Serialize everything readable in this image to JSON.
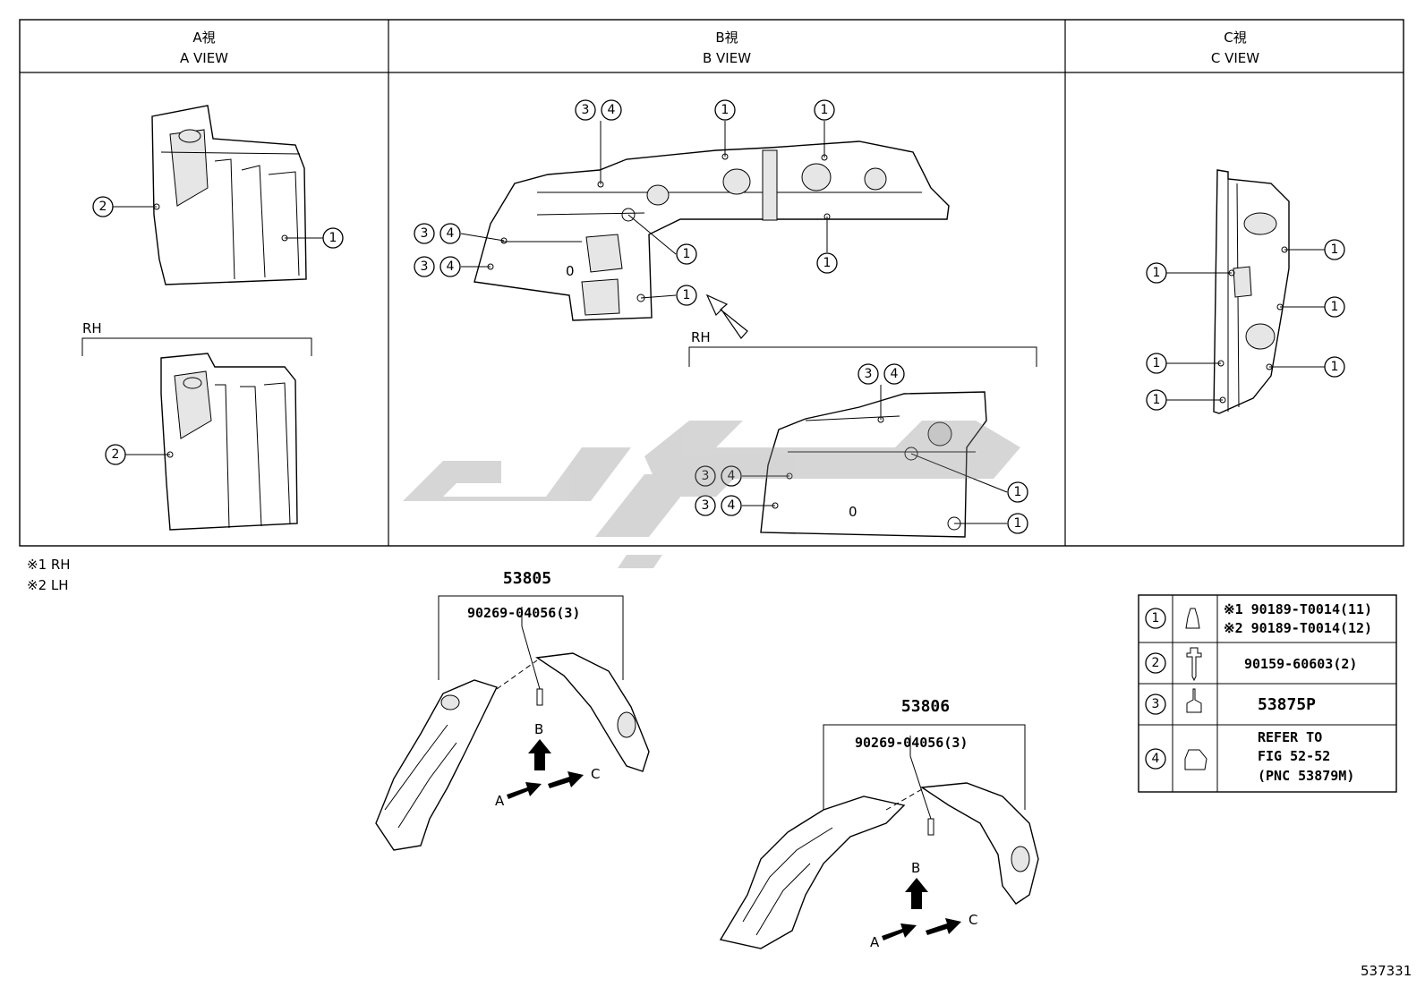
{
  "views": {
    "a": {
      "title_jp": "A視",
      "title_en": "A VIEW"
    },
    "b": {
      "title_jp": "B視",
      "title_en": "B VIEW"
    },
    "c": {
      "title_jp": "C視",
      "title_en": "C VIEW"
    }
  },
  "rh_label": "RH",
  "zero_mark": "0",
  "callouts": {
    "one": "1",
    "two": "2",
    "three": "3",
    "four": "4"
  },
  "notes": {
    "note1": "※1 RH",
    "note2": "※2 LH"
  },
  "assemblies": {
    "left": {
      "part_no": "53805",
      "fastener": "90269-04056(3)"
    },
    "right": {
      "part_no": "53806",
      "fastener": "90269-04056(3)"
    }
  },
  "direction_labels": {
    "a": "A",
    "b": "B",
    "c": "C"
  },
  "legend": {
    "rows": [
      {
        "num": "1",
        "icon": "clip-icon",
        "lines": [
          "※1 90189-T0014(11)",
          "※2 90189-T0014(12)"
        ]
      },
      {
        "num": "2",
        "icon": "screw-icon",
        "lines": [
          "90159-60603(2)"
        ]
      },
      {
        "num": "3",
        "icon": "screw-grommet-icon",
        "lines": [
          "53875P"
        ]
      },
      {
        "num": "4",
        "icon": "nut-icon",
        "lines": [
          "REFER TO",
          "FIG 52-52",
          "(PNC 53879M)"
        ]
      }
    ]
  },
  "figure_id": "537331"
}
